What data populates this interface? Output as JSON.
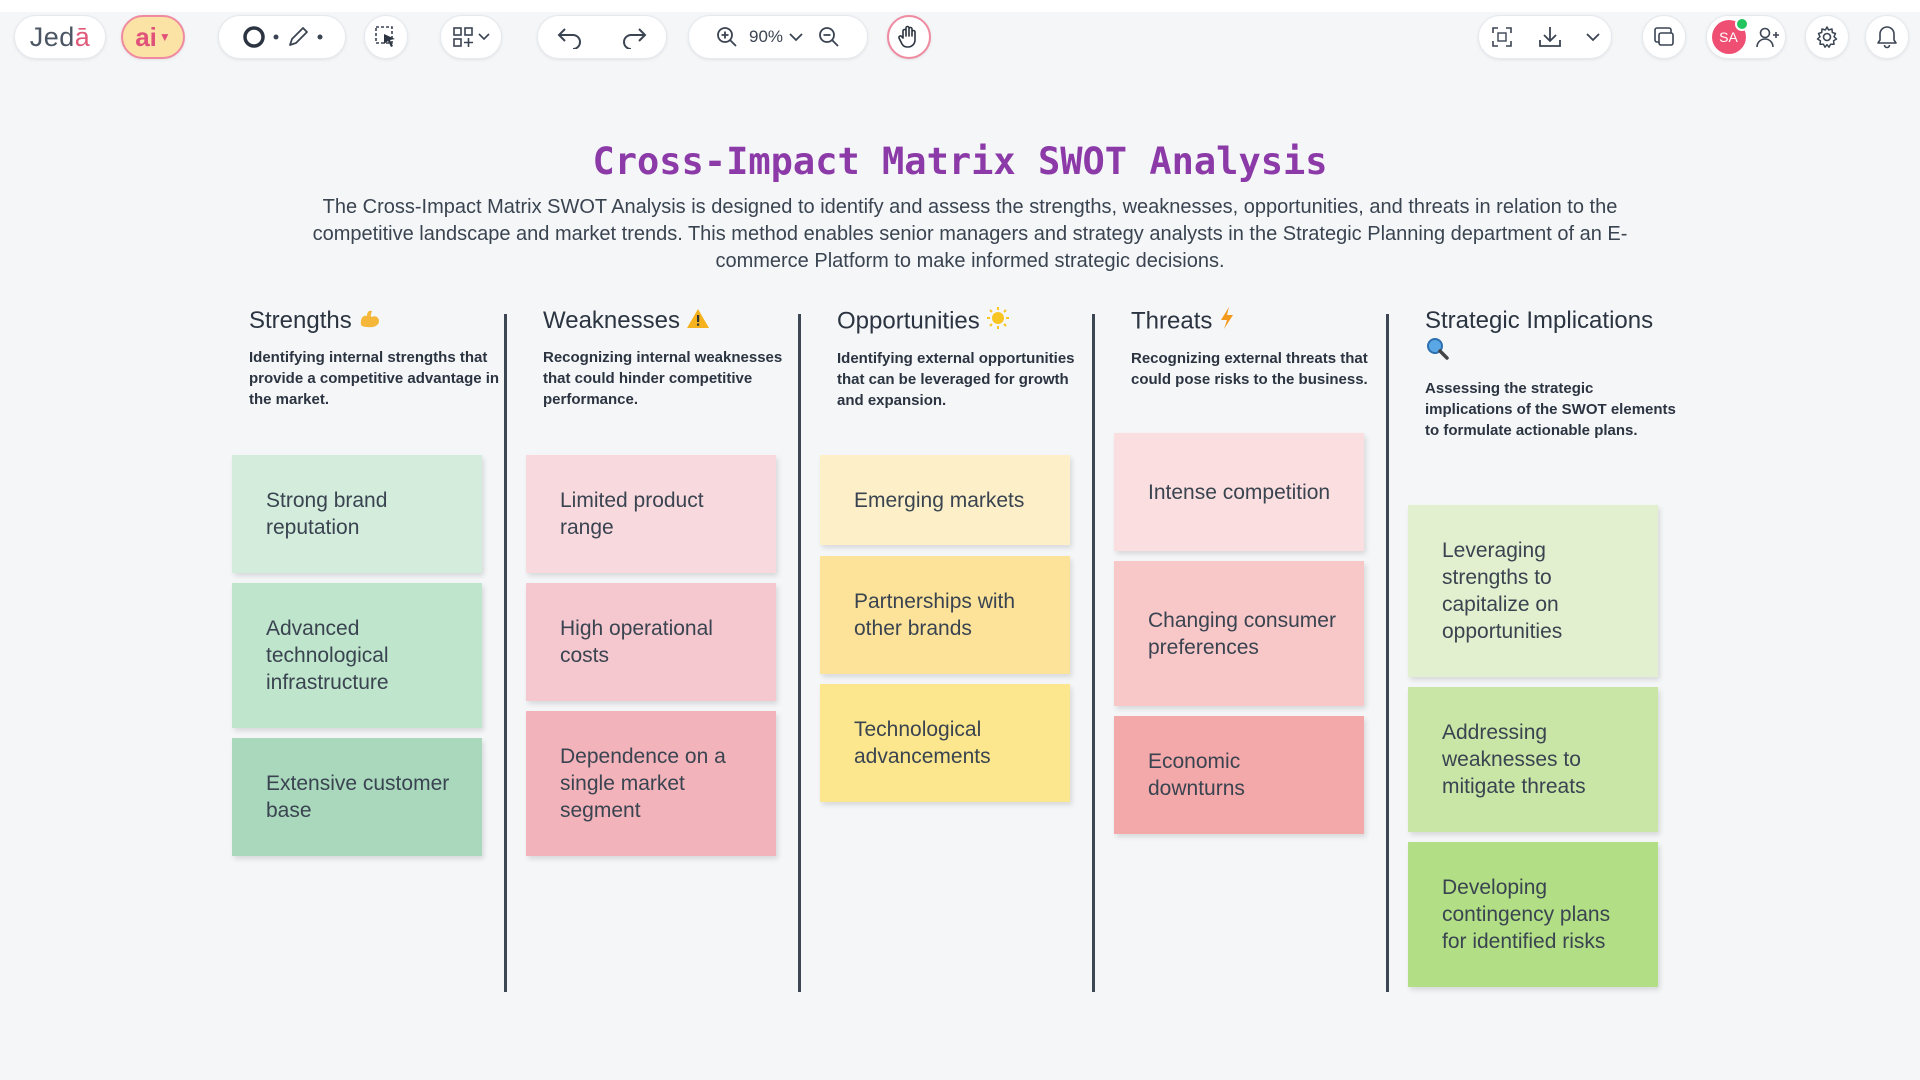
{
  "toolbar": {
    "brand_main": "Jed",
    "brand_accent": "ā",
    "ai_label": "ai",
    "zoom_value": "90%",
    "user_initials": "SA"
  },
  "board": {
    "title": "Cross-Impact Matrix SWOT Analysis",
    "description": "The Cross-Impact Matrix SWOT Analysis is designed to identify and assess the strengths, weaknesses, opportunities, and threats in relation to the competitive landscape and market trends. This method enables senior managers and strategy analysts in the Strategic Planning department of an E-commerce Platform to make informed strategic decisions."
  },
  "columns": [
    {
      "title": "Strengths",
      "icon": "flexed-biceps-emoji",
      "description": "Identifying internal strengths that provide a competitive advantage in the market.",
      "notes": [
        "Strong brand reputation",
        "Advanced technological infrastructure",
        "Extensive customer base"
      ],
      "note_colors": [
        "#d3ecdc",
        "#bfe5cc",
        "#a9d8bd"
      ]
    },
    {
      "title": "Weaknesses",
      "icon": "warning-emoji",
      "description": "Recognizing internal weaknesses that could hinder competitive performance.",
      "notes": [
        "Limited product range",
        "High operational costs",
        "Dependence on a single market segment"
      ],
      "note_colors": [
        "#f8d9de",
        "#f5c8cf",
        "#f2b3ba"
      ]
    },
    {
      "title": "Opportunities",
      "icon": "sun-emoji",
      "description": "Identifying external opportunities that can be leveraged for growth and expansion.",
      "notes": [
        "Emerging markets",
        "Partnerships with other brands",
        "Technological advancements"
      ],
      "note_colors": [
        "#fdf0c8",
        "#fde39a",
        "#fde78e"
      ]
    },
    {
      "title": "Threats",
      "icon": "lightning-emoji",
      "description": "Recognizing external threats that could pose risks to the business.",
      "notes": [
        "Intense competition",
        "Changing consumer preferences",
        "Economic downturns"
      ],
      "note_colors": [
        "#fbdfe0",
        "#f8c8c9",
        "#f3a8aa"
      ]
    },
    {
      "title": "Strategic Implications",
      "icon": "magnifying-glass-emoji",
      "description": "Assessing the strategic implications of the SWOT elements to formulate actionable plans.",
      "notes": [
        "Leveraging strengths to capitalize on opportunities",
        "Addressing weaknesses to mitigate threats",
        "Developing contingency plans for identified risks"
      ],
      "note_colors": [
        "#e3f0cf",
        "#c9e6a7",
        "#b2df85"
      ]
    }
  ]
}
